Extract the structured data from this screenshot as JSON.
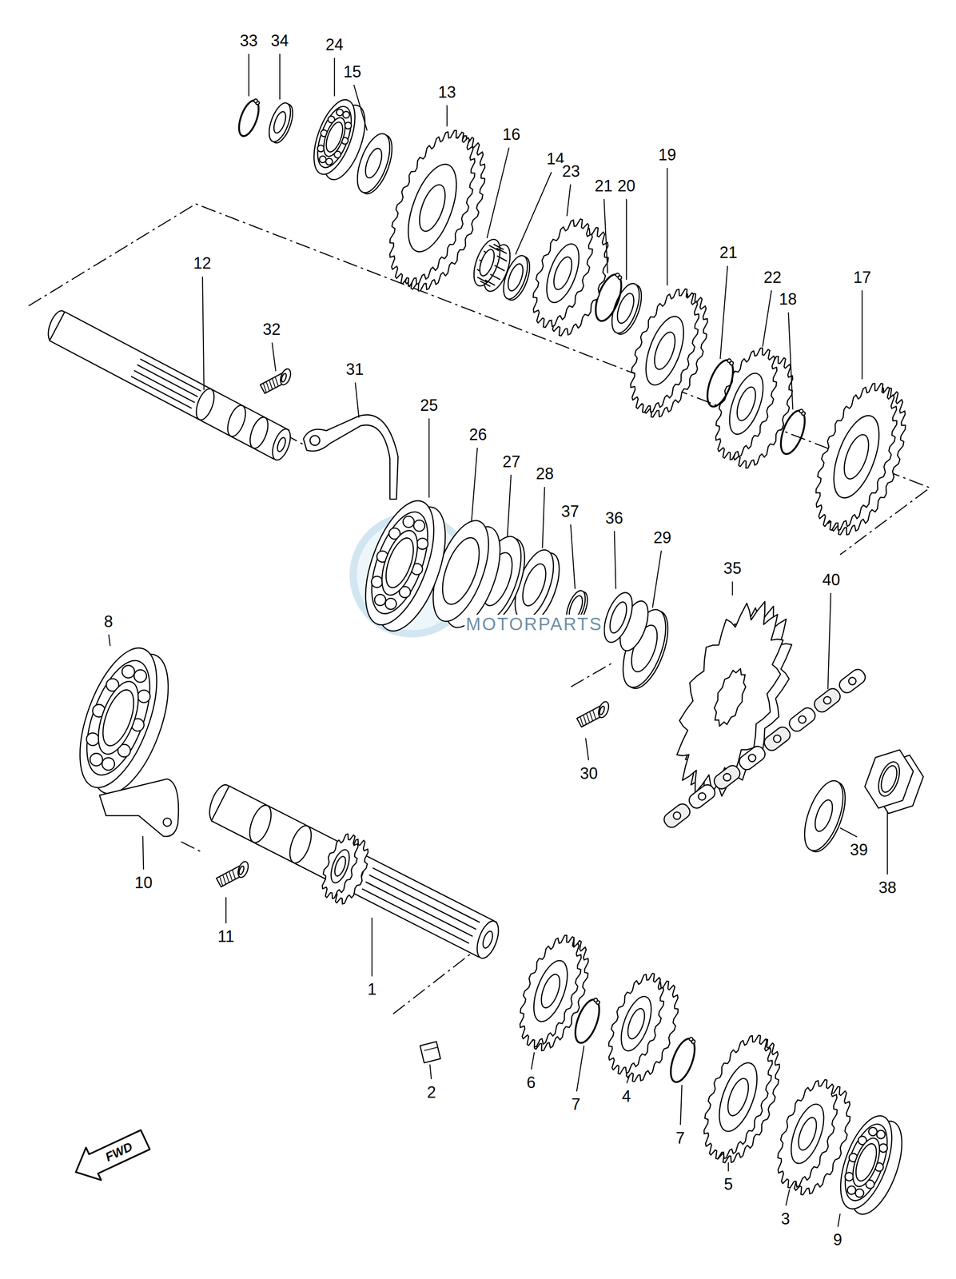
{
  "diagram": {
    "labels": [
      "33",
      "34",
      "24",
      "15",
      "13",
      "16",
      "14",
      "23",
      "21",
      "20",
      "19",
      "12",
      "32",
      "21",
      "22",
      "18",
      "17",
      "31",
      "25",
      "26",
      "27",
      "28",
      "37",
      "36",
      "29",
      "35",
      "40",
      "8",
      "30",
      "10",
      "39",
      "38",
      "11",
      "1",
      "2",
      "6",
      "7",
      "4",
      "7",
      "5",
      "3",
      "9",
      "FWD",
      "MOTORPARTS"
    ]
  }
}
